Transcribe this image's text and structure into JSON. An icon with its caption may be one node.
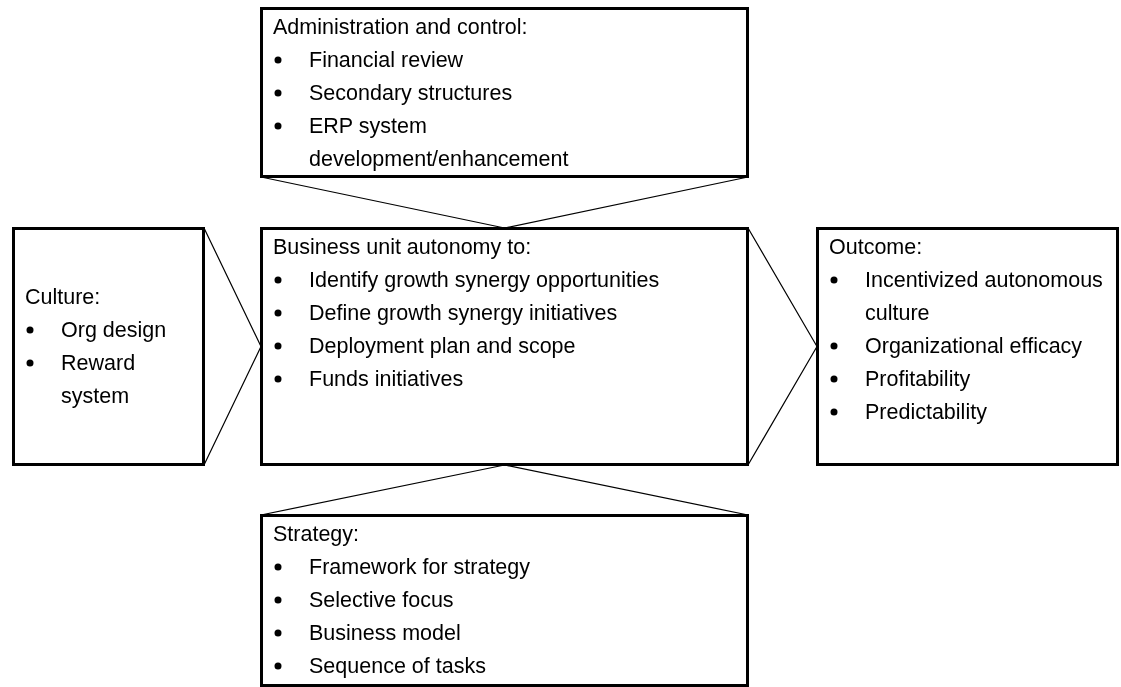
{
  "diagram": {
    "nodes": [
      {
        "text": [
          "Administration and control:",
          "Financial review",
          "Secondary structures",
          "ERP system development/enhancement"
        ]
      },
      {
        "text": [
          "Culture:",
          "Org design",
          "Reward system"
        ]
      },
      {
        "text": [
          "Business unit autonomy to:",
          "Identify growth synergy opportunities",
          "Define growth synergy initiatives",
          "Deployment plan and scope",
          "Funds initiatives"
        ]
      },
      {
        "text": [
          "Outcome:",
          "Incentivized autonomous culture",
          "Organizational efficacy",
          "Profitability",
          "Predictability"
        ]
      },
      {
        "text": [
          "Strategy:",
          "Framework for strategy",
          "Selective focus",
          "Business model",
          "Sequence of tasks"
        ]
      }
    ],
    "edges": [
      {
        "from": 0,
        "to": 2,
        "arrow": "none"
      },
      {
        "from": 1,
        "to": 2,
        "arrow": "none"
      },
      {
        "from": 2,
        "to": 3,
        "arrow": "none"
      },
      {
        "from": 4,
        "to": 2,
        "arrow": "none"
      }
    ]
  }
}
